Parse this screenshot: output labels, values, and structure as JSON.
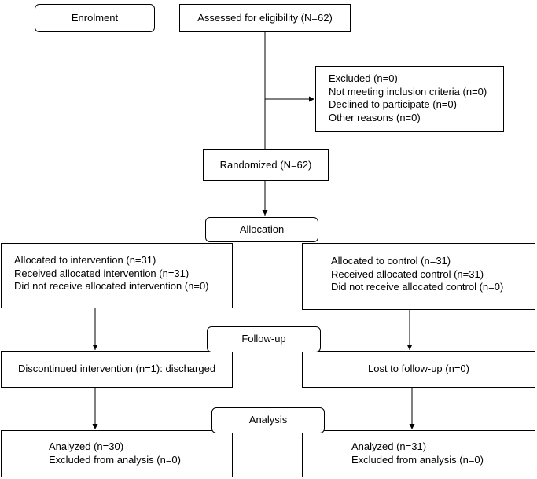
{
  "stages": {
    "enrolment": "Enrolment",
    "allocation": "Allocation",
    "follow_up": "Follow-up",
    "analysis": "Analysis"
  },
  "assessed": "Assessed for eligibility (N=62)",
  "excluded": [
    "Excluded (n=0)",
    "Not meeting inclusion criteria (n=0)",
    "Declined to participate (n=0)",
    "Other reasons (n=0)"
  ],
  "randomized": "Randomized (N=62)",
  "intervention_allocation": [
    "Allocated to intervention (n=31)",
    "Received allocated intervention (n=31)",
    "Did not receive allocated intervention (n=0)"
  ],
  "control_allocation": [
    "Allocated to control (n=31)",
    "Received allocated control (n=31)",
    "Did not receive allocated control (n=0)"
  ],
  "intervention_followup": "Discontinued intervention (n=1): discharged",
  "control_followup": "Lost to follow-up (n=0)",
  "intervention_analysis": [
    "Analyzed (n=30)",
    "Excluded from analysis (n=0)"
  ],
  "control_analysis": [
    "Analyzed (n=31)",
    "Excluded from analysis (n=0)"
  ]
}
